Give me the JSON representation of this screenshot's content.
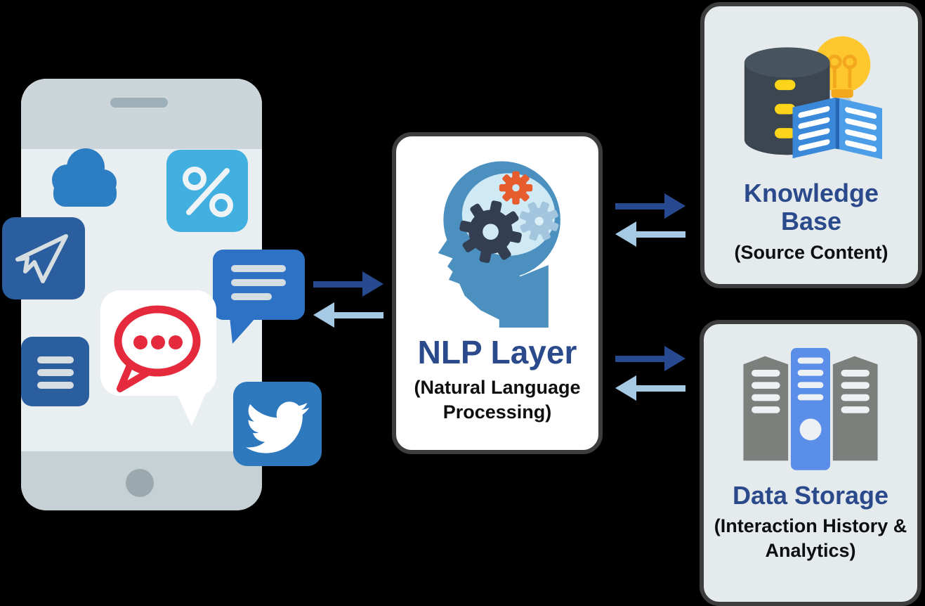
{
  "nodes": {
    "nlp": {
      "title": "NLP Layer",
      "subtitle": "(Natural Language Processing)"
    },
    "knowledge_base": {
      "title": "Knowledge Base",
      "subtitle": "(Source Content)"
    },
    "data_storage": {
      "title": "Data Storage",
      "subtitle": "(Interaction History & Analytics)"
    }
  },
  "icons": [
    "smartphone",
    "cloud-icon",
    "percent-icon",
    "send-icon",
    "chat-lines-bubble-icon",
    "list-icon",
    "chat-dots-bubble-icon",
    "twitter-icon",
    "brain-gears-icon",
    "database-icon",
    "lightbulb-icon",
    "open-book-icon",
    "server-rack-icon",
    "arrow-right-icon",
    "arrow-left-icon"
  ],
  "colors": {
    "background": "#000000",
    "title_navy": "#2a4a8c",
    "subtitle_black": "#0d0e10",
    "box_border": "#3d3d3d",
    "box_gray_bg": "#e5eaed",
    "arrow_dark": "#27498f",
    "arrow_light": "#a7cae4",
    "phone_screen": "#e9eef0",
    "phone_bars": "#ccd6da",
    "blue_medium": "#2d7dc2",
    "blue_sky": "#41b0e0",
    "blue_dark_square": "#2a5e9e",
    "bubble_blue": "#2d72c5",
    "twitter_blue": "#2e78bd",
    "alert_red": "#e42a3c",
    "db_charcoal": "#3b4650",
    "pill_yellow": "#fcd419",
    "bulb_yellow": "#fec72e",
    "server_gray": "#7c807d",
    "server_blue": "#5b8ee9"
  }
}
